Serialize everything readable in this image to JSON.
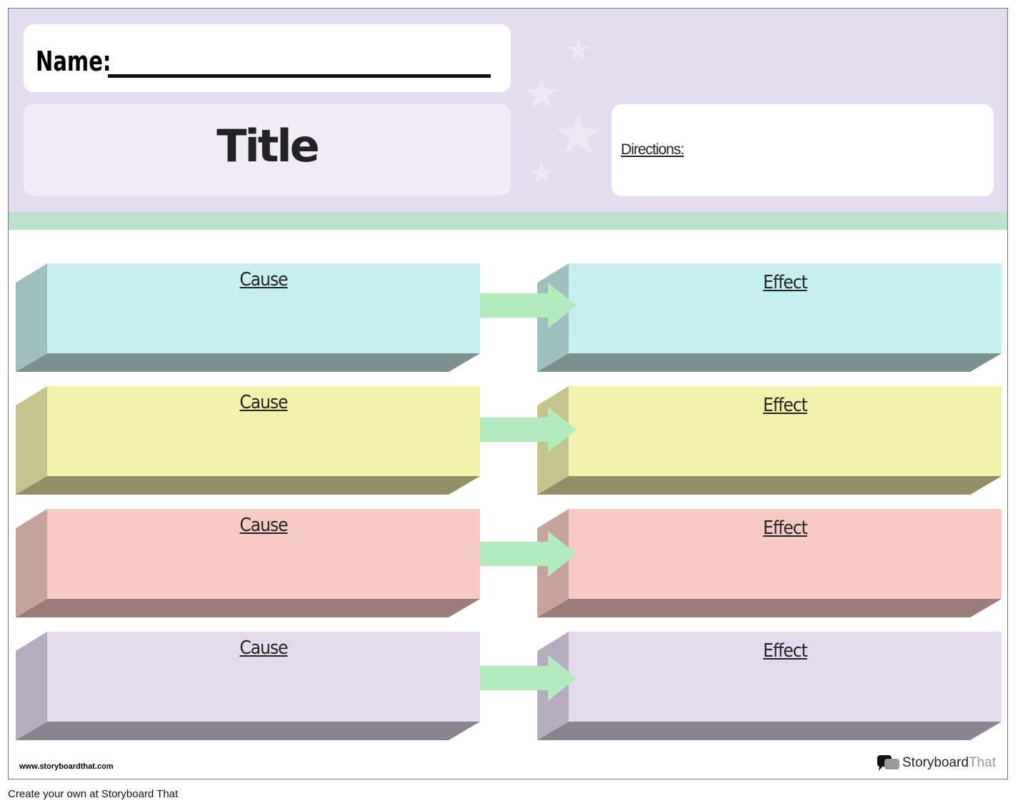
{
  "header": {
    "name_label": "Name:",
    "title": "Title",
    "directions_label": "Directions:"
  },
  "rows": [
    {
      "cause": "Cause",
      "effect": "Effect",
      "colors": {
        "front": "#c6eff0",
        "side": "#9fbfbe",
        "bottom": "#7a9190"
      }
    },
    {
      "cause": "Cause",
      "effect": "Effect",
      "colors": {
        "front": "#f2f2ae",
        "side": "#c4c48e",
        "bottom": "#908f66"
      }
    },
    {
      "cause": "Cause",
      "effect": "Effect",
      "colors": {
        "front": "#f6cbc4",
        "side": "#c7a39e",
        "bottom": "#9a7c78"
      }
    },
    {
      "cause": "Cause",
      "effect": "Effect",
      "colors": {
        "front": "#e4dcee",
        "side": "#b5adbd",
        "bottom": "#8a8491"
      }
    }
  ],
  "arrow_color": "#b3ecbc",
  "footer": {
    "url": "www.storyboardthat.com",
    "brand_a": "Storyboard",
    "brand_b": "That",
    "bottom_text": "Create your own at Storyboard That"
  }
}
